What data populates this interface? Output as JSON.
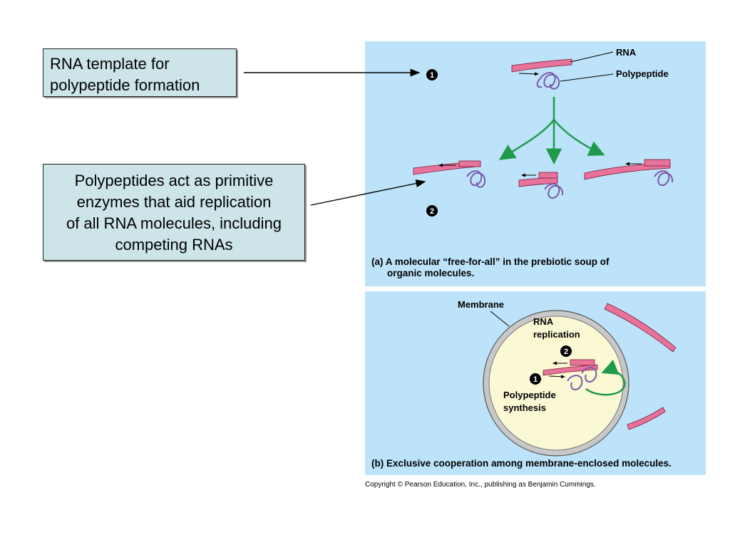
{
  "callouts": {
    "template": [
      "RNA template for",
      "polypeptide formation"
    ],
    "enzymes": [
      "Polypeptides act as primitive",
      "enzymes that aid replication",
      "of all RNA molecules, including",
      "competing RNAs"
    ]
  },
  "panel_a": {
    "label_rna": "RNA",
    "label_polypeptide": "Polypeptide",
    "step1": "1",
    "step2": "2",
    "caption_line1": "(a) A molecular “free-for-all” in the prebiotic soup of",
    "caption_line2": "organic molecules."
  },
  "panel_b": {
    "label_membrane": "Membrane",
    "label_rna_repl_1": "RNA",
    "label_rna_repl_2": "replication",
    "step1": "1",
    "step2": "2",
    "label_poly_1": "Polypeptide",
    "label_poly_2": "synthesis",
    "caption": "(b) Exclusive cooperation among membrane-enclosed molecules."
  },
  "copyright": "Copyright © Pearson Education, Inc., publishing as Benjamin Cummings.",
  "colors": {
    "panel_bg": "#bde3fa",
    "callout_bg": "#cde5e8",
    "rna_pink": "#e8739a",
    "polypeptide_purple": "#7a5aa8",
    "arrow_green": "#1f9a4a",
    "cell_fill": "#fbf8d4",
    "membrane_grey": "#c8c8c8"
  }
}
